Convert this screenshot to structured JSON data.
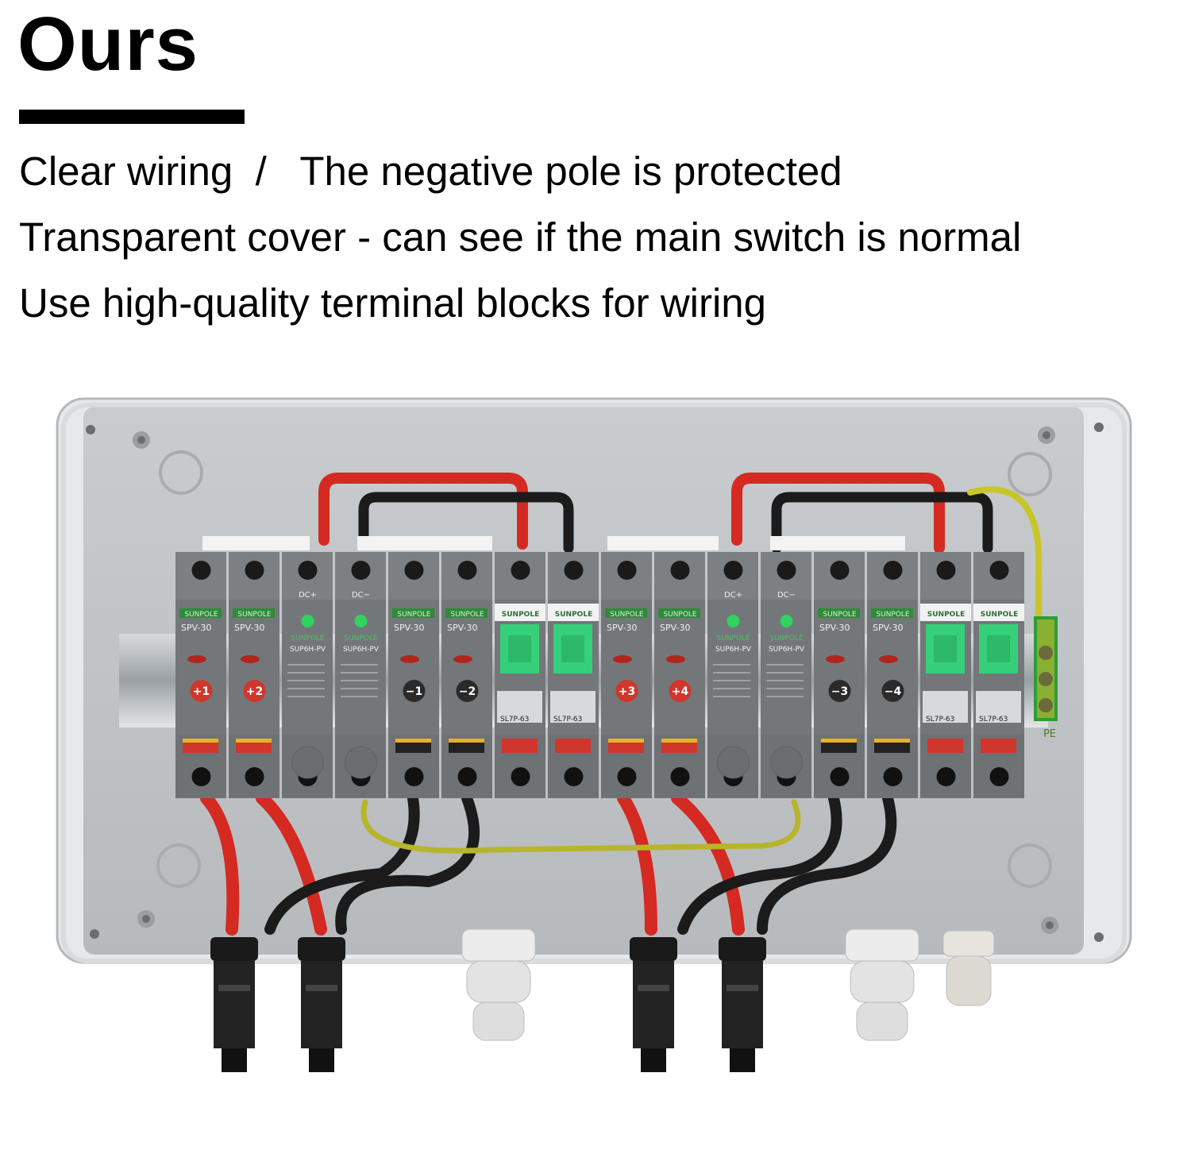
{
  "heading": "Ours",
  "lines": [
    "Clear wiring  /   The negative pole is protected",
    "Transparent cover - can see if the main switch is normal",
    "Use high-quality terminal blocks for wiring"
  ],
  "photo": {
    "brand": "SUNPOLE",
    "fuse_model": "SPV-30",
    "spd_model": "SUP6H-PV",
    "breaker_model": "SL7P-63",
    "spd_terminals": [
      "DC+",
      "DC−"
    ],
    "fuse_labels": [
      "+1",
      "+2",
      "−1",
      "−2",
      "+3",
      "+4",
      "−3",
      "−4"
    ],
    "earth_label": "PE"
  }
}
